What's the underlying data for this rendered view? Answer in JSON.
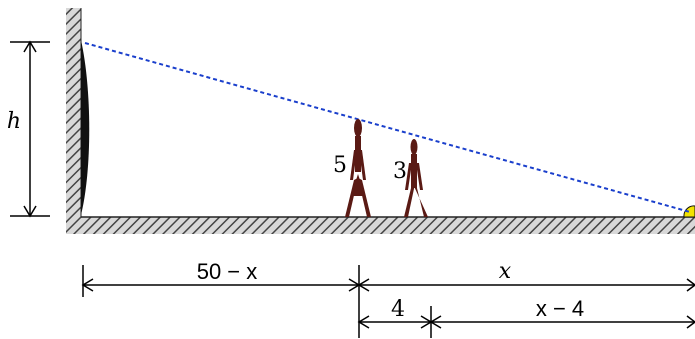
{
  "diagram": {
    "labels": {
      "height": "h",
      "person_tall": "5",
      "person_short": "3",
      "segment_left": "50 − x",
      "segment_right": "x",
      "segment_gap": "4",
      "segment_remaining": "x − 4"
    },
    "colors": {
      "wall_hatch": "#555555",
      "sight_line": "#1a3fcc",
      "person": "#5a1a14",
      "light": "#f2e200"
    }
  }
}
